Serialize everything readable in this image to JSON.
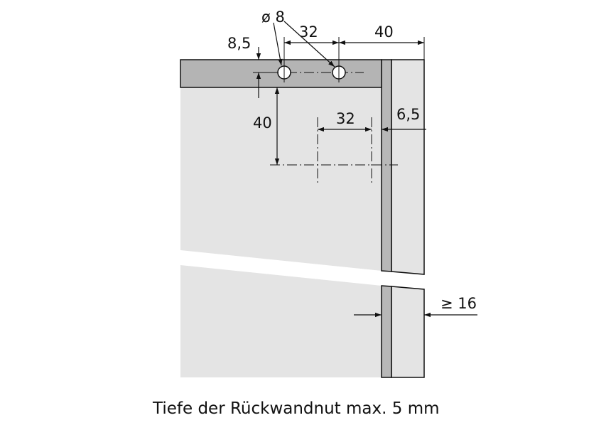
{
  "diagram": {
    "labels": {
      "hole_diameter": "ø 8",
      "top_offset": "8,5",
      "spacing_top": "32",
      "edge_distance": "40",
      "vertical_distance": "40",
      "spacing_mid": "32",
      "groove_offset": "6,5",
      "min_thickness": "≥ 16"
    },
    "caption": "Tiefe der Rückwandnut max. 5 mm"
  },
  "colors": {
    "panel_fill": "#e4e4e4",
    "rail_fill": "#b4b4b4",
    "groove_fill": "#b8b8b8",
    "line": "#111111"
  }
}
